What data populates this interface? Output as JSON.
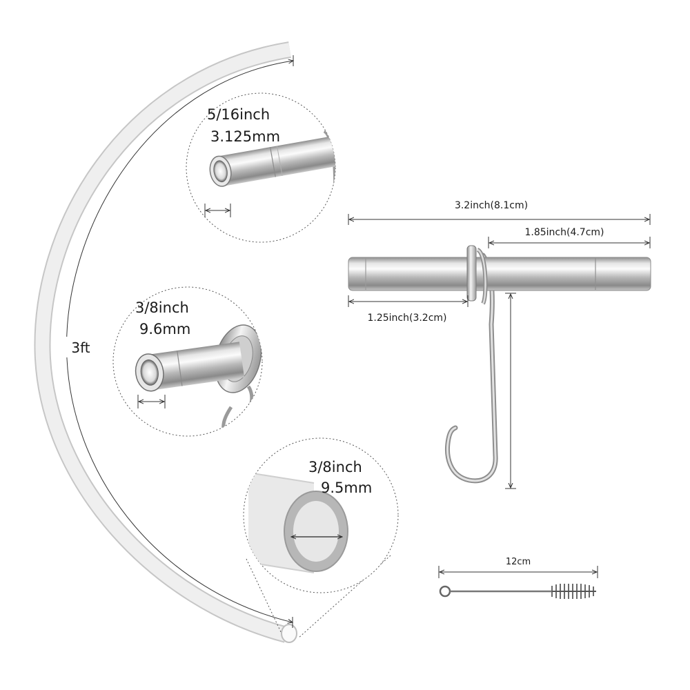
{
  "tubing": {
    "length_label": "3ft"
  },
  "callouts": [
    {
      "line1": "5/16inch",
      "line2": "3.125mm"
    },
    {
      "line1": "3/8inch",
      "line2": "9.6mm"
    },
    {
      "line1": "3/8inch",
      "line2": "9.5mm"
    }
  ],
  "cane": {
    "total_length": "3.2inch(8.1cm)",
    "long_section": "1.85inch(4.7cm)",
    "short_section": "1.25inch(3.2cm)"
  },
  "brush": {
    "length_label": "12cm"
  },
  "colors": {
    "tube_fill": "#efefef",
    "tube_edge": "#c4c4c4",
    "steel_light": "#f2f2f2",
    "steel_dark": "#8c8c8c",
    "dim_line": "#333333"
  }
}
